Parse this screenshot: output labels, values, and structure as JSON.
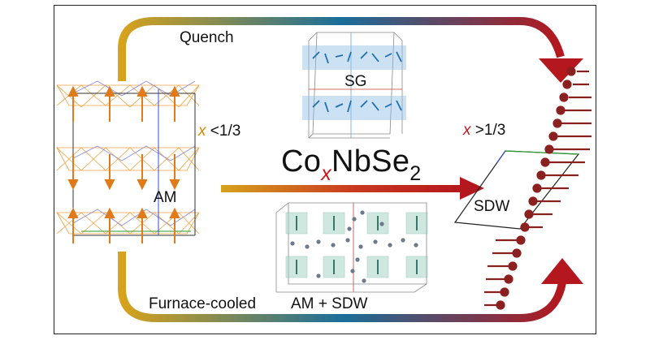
{
  "labels": {
    "quench": "Quench",
    "furnace_cooled": "Furnace-cooled",
    "sg": "SG",
    "am": "AM",
    "am_sdw": "AM + SDW",
    "sdw": "SDW",
    "x_low_var": "x",
    "x_low_rest": " <1/3",
    "x_high_var": "x",
    "x_high_rest": " >1/3",
    "formula_co": "Co",
    "formula_x": "x",
    "formula_nb": "NbSe",
    "formula_sub": "2"
  },
  "colors": {
    "arrow_start": "#d7a21c",
    "arrow_mid": "#1a6e9a",
    "arrow_end": "#b4171e",
    "x_low": "#d08c00",
    "x_high": "#c8161d",
    "spin_chain": "#8b2020",
    "am_spin": "#e07a1a",
    "sg_spin": "#1f6fb5"
  }
}
